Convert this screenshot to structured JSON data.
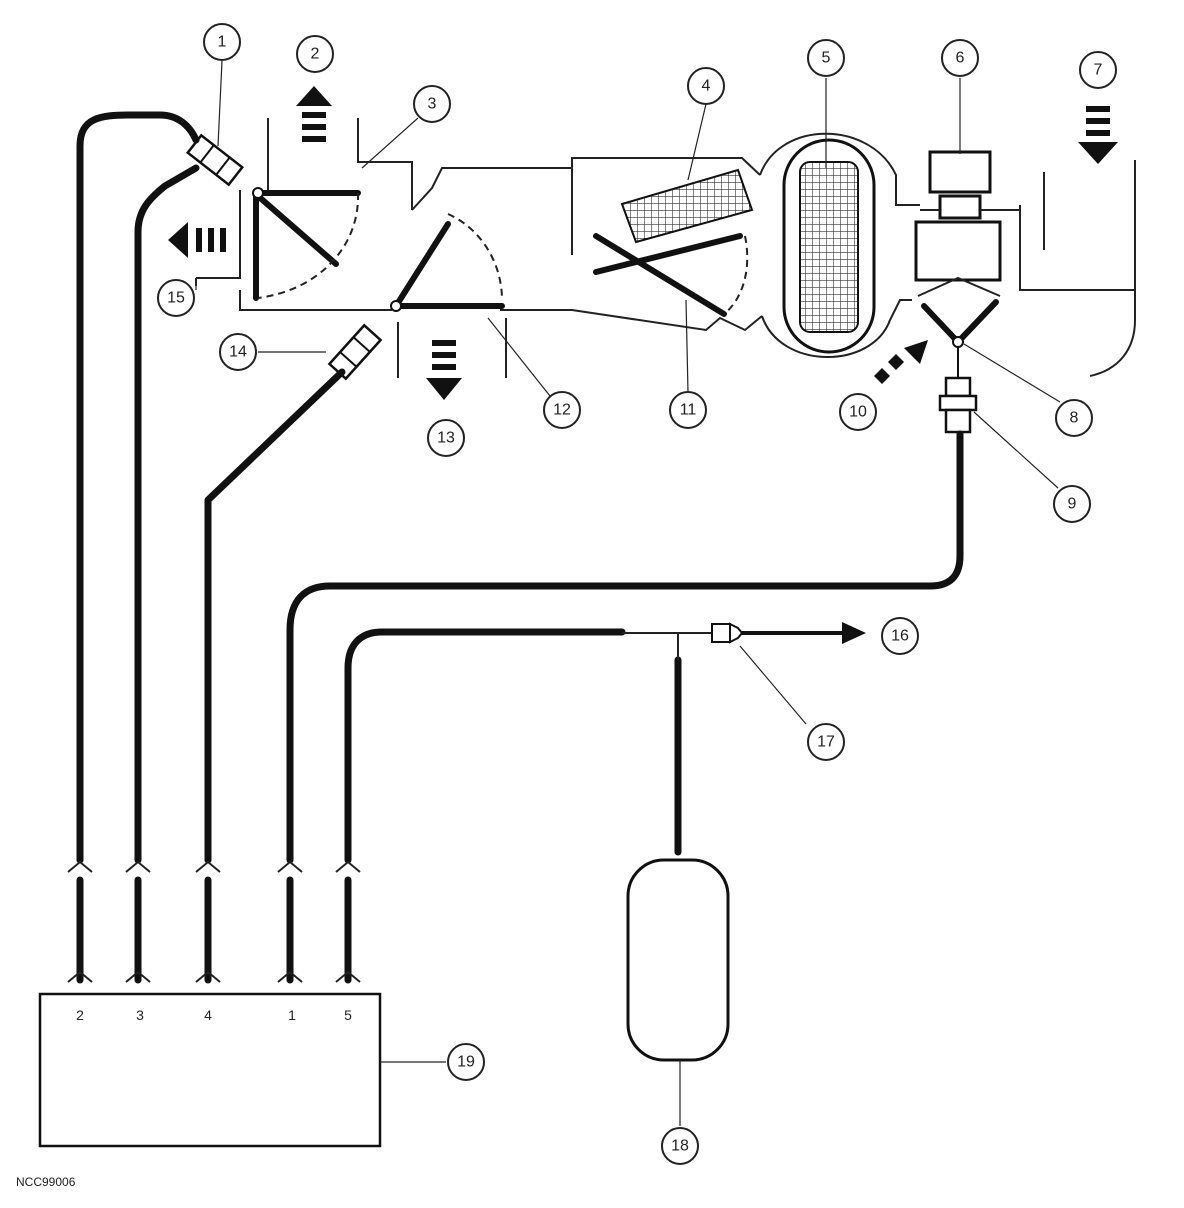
{
  "callouts": [
    "1",
    "2",
    "3",
    "4",
    "5",
    "6",
    "7",
    "8",
    "9",
    "10",
    "11",
    "12",
    "13",
    "14",
    "15",
    "16",
    "17",
    "18",
    "19"
  ],
  "ports": [
    "2",
    "3",
    "4",
    "1",
    "5"
  ],
  "figure_code": "NCC99006"
}
